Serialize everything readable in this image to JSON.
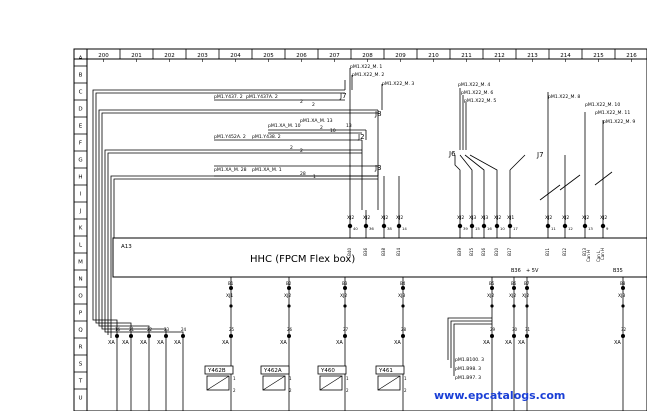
{
  "columns": [
    "200",
    "201",
    "202",
    "203",
    "204",
    "205",
    "206",
    "207",
    "208",
    "209",
    "210",
    "211",
    "212",
    "213",
    "214",
    "215",
    "216"
  ],
  "rows": [
    "A",
    "B",
    "C",
    "D",
    "E",
    "F",
    "G",
    "H",
    "I",
    "J",
    "K",
    "L",
    "M",
    "N",
    "O",
    "P",
    "Q",
    "R",
    "S",
    "T",
    "U"
  ],
  "module": {
    "title": "HHC (FPCM Flex box)",
    "ref": "A13"
  },
  "junctions": {
    "j7a": "J7",
    "j8": "J8",
    "j2": "J2",
    "j3": "J3",
    "j6": "J6",
    "j7b": "J7"
  },
  "top_labels": {
    "t1": "pM1.X22_M. 1",
    "t2": "pM1.X22_M. 2",
    "t3": "pM1.X22_M. 3",
    "t4": "pM1.X22_M. 4",
    "t5": "pM1.X22_M. 6",
    "t6": "pM1.X22_M. 5",
    "t7": "pM1.X22_M. 8",
    "t8": "pM1.X22_M. 10",
    "t9": "pM1.X22_M. 11",
    "t10": "pM1.X22_M. 9"
  },
  "left_labels": {
    "l1": "pM1.Y437. 2",
    "l2": "pM1.Y437A. 2",
    "l3": "pM1.XA_M. 10",
    "l4": "pM1.XA_M. 13",
    "l5": "pM1.Y452A. 2",
    "l6": "pM1.Y438. 2",
    "l7": "pM1.XA_M. 28",
    "l8": "pM1.XA_M. 1"
  },
  "wire_numbers": {
    "w1": "2",
    "w2": "2",
    "w3": "2",
    "w4": "2",
    "w5": "2",
    "w6": "10",
    "w7": "13",
    "w8": "28",
    "w9": "1"
  },
  "top_connectors": [
    "XJ2",
    "XJ2",
    "XJ2",
    "XJ2",
    "XJ2",
    "XJ3",
    "XJ3",
    "XJ2",
    "XJ1",
    "XJ2",
    "XJ2",
    "XJ2",
    "XJ2"
  ],
  "top_pins": [
    "40",
    "36",
    "38",
    "14",
    "39",
    "15",
    "16",
    "10",
    "17",
    "11",
    "12",
    "13",
    "9"
  ],
  "module_pins": [
    "B40",
    "B36",
    "B38",
    "B14",
    "B39",
    "B15",
    "B16",
    "B10",
    "B17",
    "B11",
    "B12",
    "B13",
    "Can H",
    "Can L"
  ],
  "bottom_connectors": [
    "XJ1",
    "XJ2",
    "XJ2",
    "XJ3",
    "XJ2",
    "XJ2",
    "XJ2",
    "XJ3"
  ],
  "bottom_pins": [
    "B1",
    "B2",
    "B3",
    "B4",
    "B5",
    "B6",
    "B7",
    "B8"
  ],
  "xa_terminals": [
    "XA",
    "XA",
    "XA",
    "XA",
    "XA",
    "XA",
    "XA",
    "XA",
    "XA",
    "XA",
    "XA",
    "XA",
    "XA"
  ],
  "xa_pins": [
    "16",
    "21",
    "22",
    "23",
    "24",
    "25",
    "26",
    "27",
    "28",
    "29",
    "30",
    "31",
    "32"
  ],
  "valves": [
    "Y462B",
    "Y462A",
    "Y460",
    "Y461"
  ],
  "supply": {
    "s1": "B36",
    "s2": "+ 5V",
    "s3": "B35"
  },
  "bottom_left_labels": {
    "b1": "pM1.B100. 3",
    "b2": "pM1.B98. 3",
    "b3": "pM1.B97. 3"
  },
  "watermark": "www.epcatalogs.com"
}
